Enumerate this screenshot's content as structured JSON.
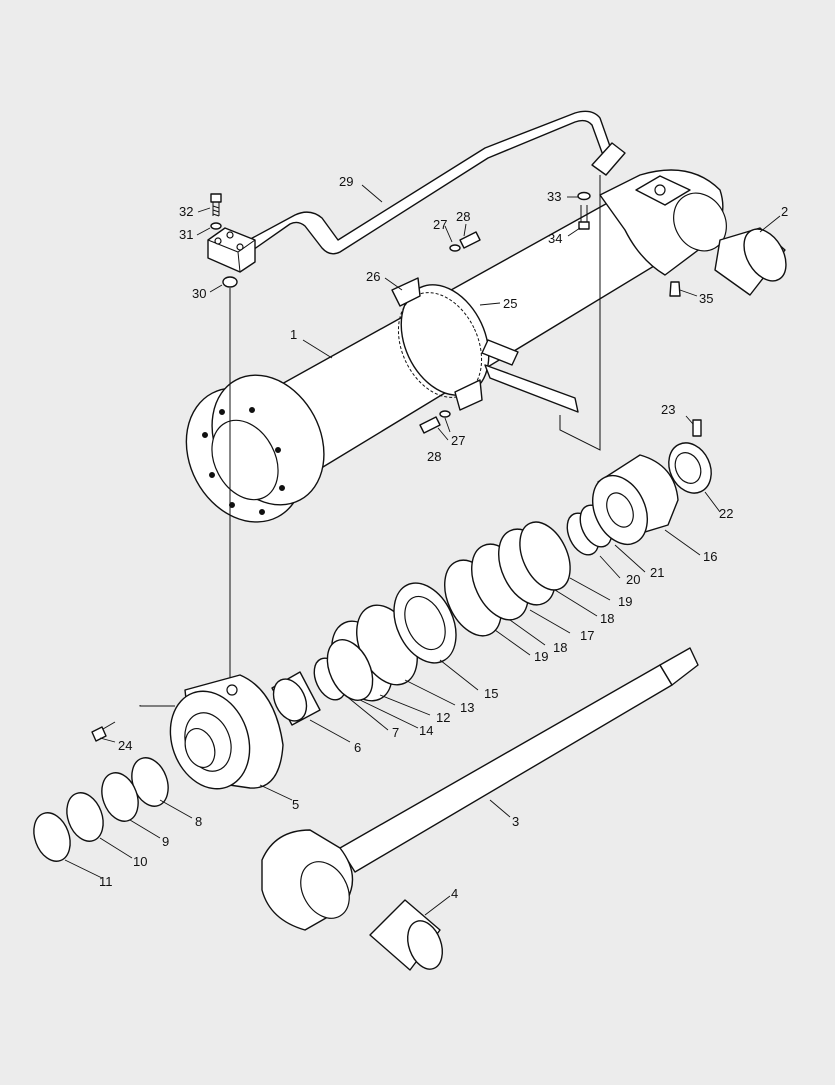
{
  "background": "#ececec",
  "line_color": "#111111",
  "callouts": {
    "c1": "1",
    "c2": "2",
    "c3": "3",
    "c4": "4",
    "c5": "5",
    "c6": "6",
    "c7": "7",
    "c8": "8",
    "c9": "9",
    "c10": "10",
    "c11": "11",
    "c12": "12",
    "c13": "13",
    "c14": "14",
    "c15": "15",
    "c16": "16",
    "c17a": "17",
    "c18a": "18",
    "c18b": "18",
    "c19a": "19",
    "c19b": "19",
    "c20": "20",
    "c21": "21",
    "c22": "22",
    "c23": "23",
    "c24": "24",
    "c25": "25",
    "c26": "26",
    "c27a": "27",
    "c27b": "27",
    "c28a": "28",
    "c28b": "28",
    "c29": "29",
    "c30": "30",
    "c31": "31",
    "c32": "32",
    "c33": "33",
    "c34": "34",
    "c35": "35"
  }
}
